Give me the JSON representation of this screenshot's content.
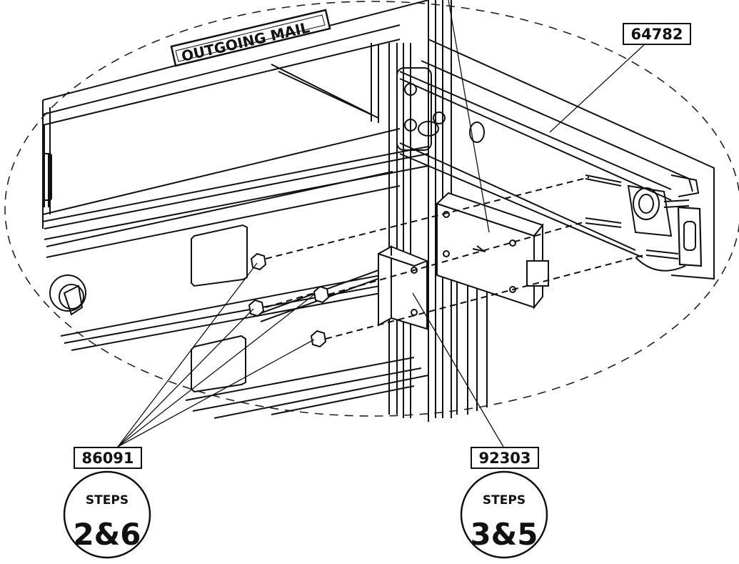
{
  "diagram": {
    "sign_text": "OUTGOING MAIL",
    "parts": {
      "rail": "64782",
      "nuts": "86091",
      "bracket": "92303"
    },
    "step_badges": [
      {
        "heading": "STEPS",
        "numbers": "2&6"
      },
      {
        "heading": "STEPS",
        "numbers": "3&5"
      }
    ]
  }
}
